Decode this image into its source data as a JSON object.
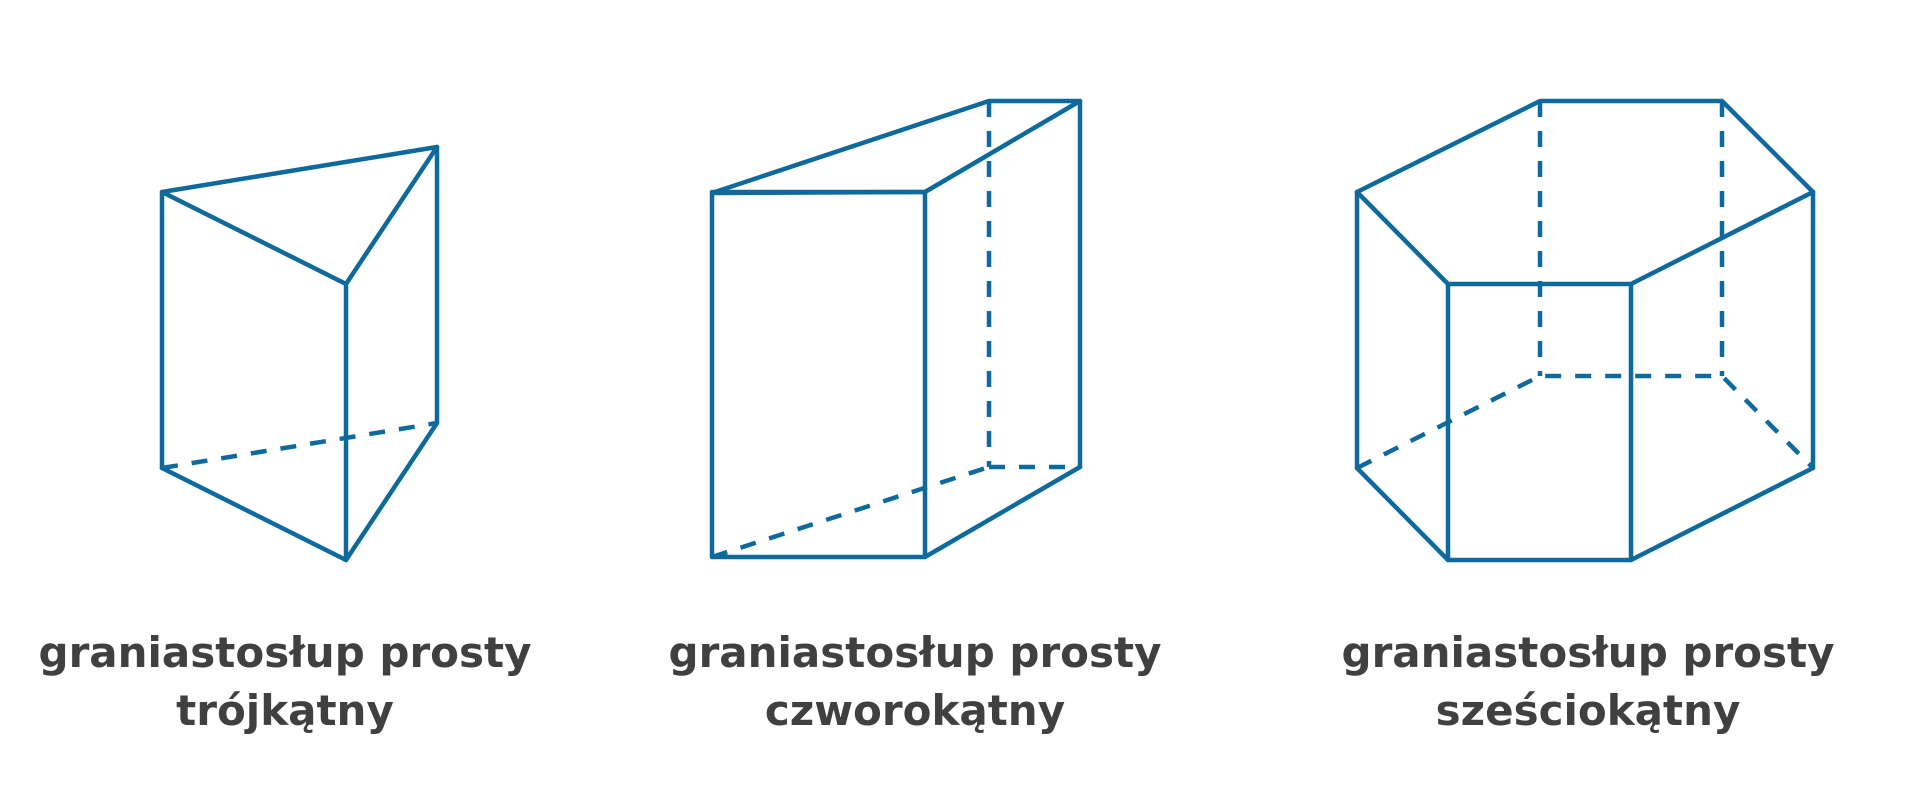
{
  "colors": {
    "edge": "#0e6a9c",
    "text": "#404040",
    "background": "#ffffff"
  },
  "figures": [
    {
      "id": "triangular",
      "line1": "graniastosłup prosty",
      "line2": "trójkątny"
    },
    {
      "id": "quadrilateral",
      "line1": "graniastosłup prosty",
      "line2": "czworokątny"
    },
    {
      "id": "hexagonal",
      "line1": "graniastosłup prosty",
      "line2": "sześciokątny"
    }
  ]
}
